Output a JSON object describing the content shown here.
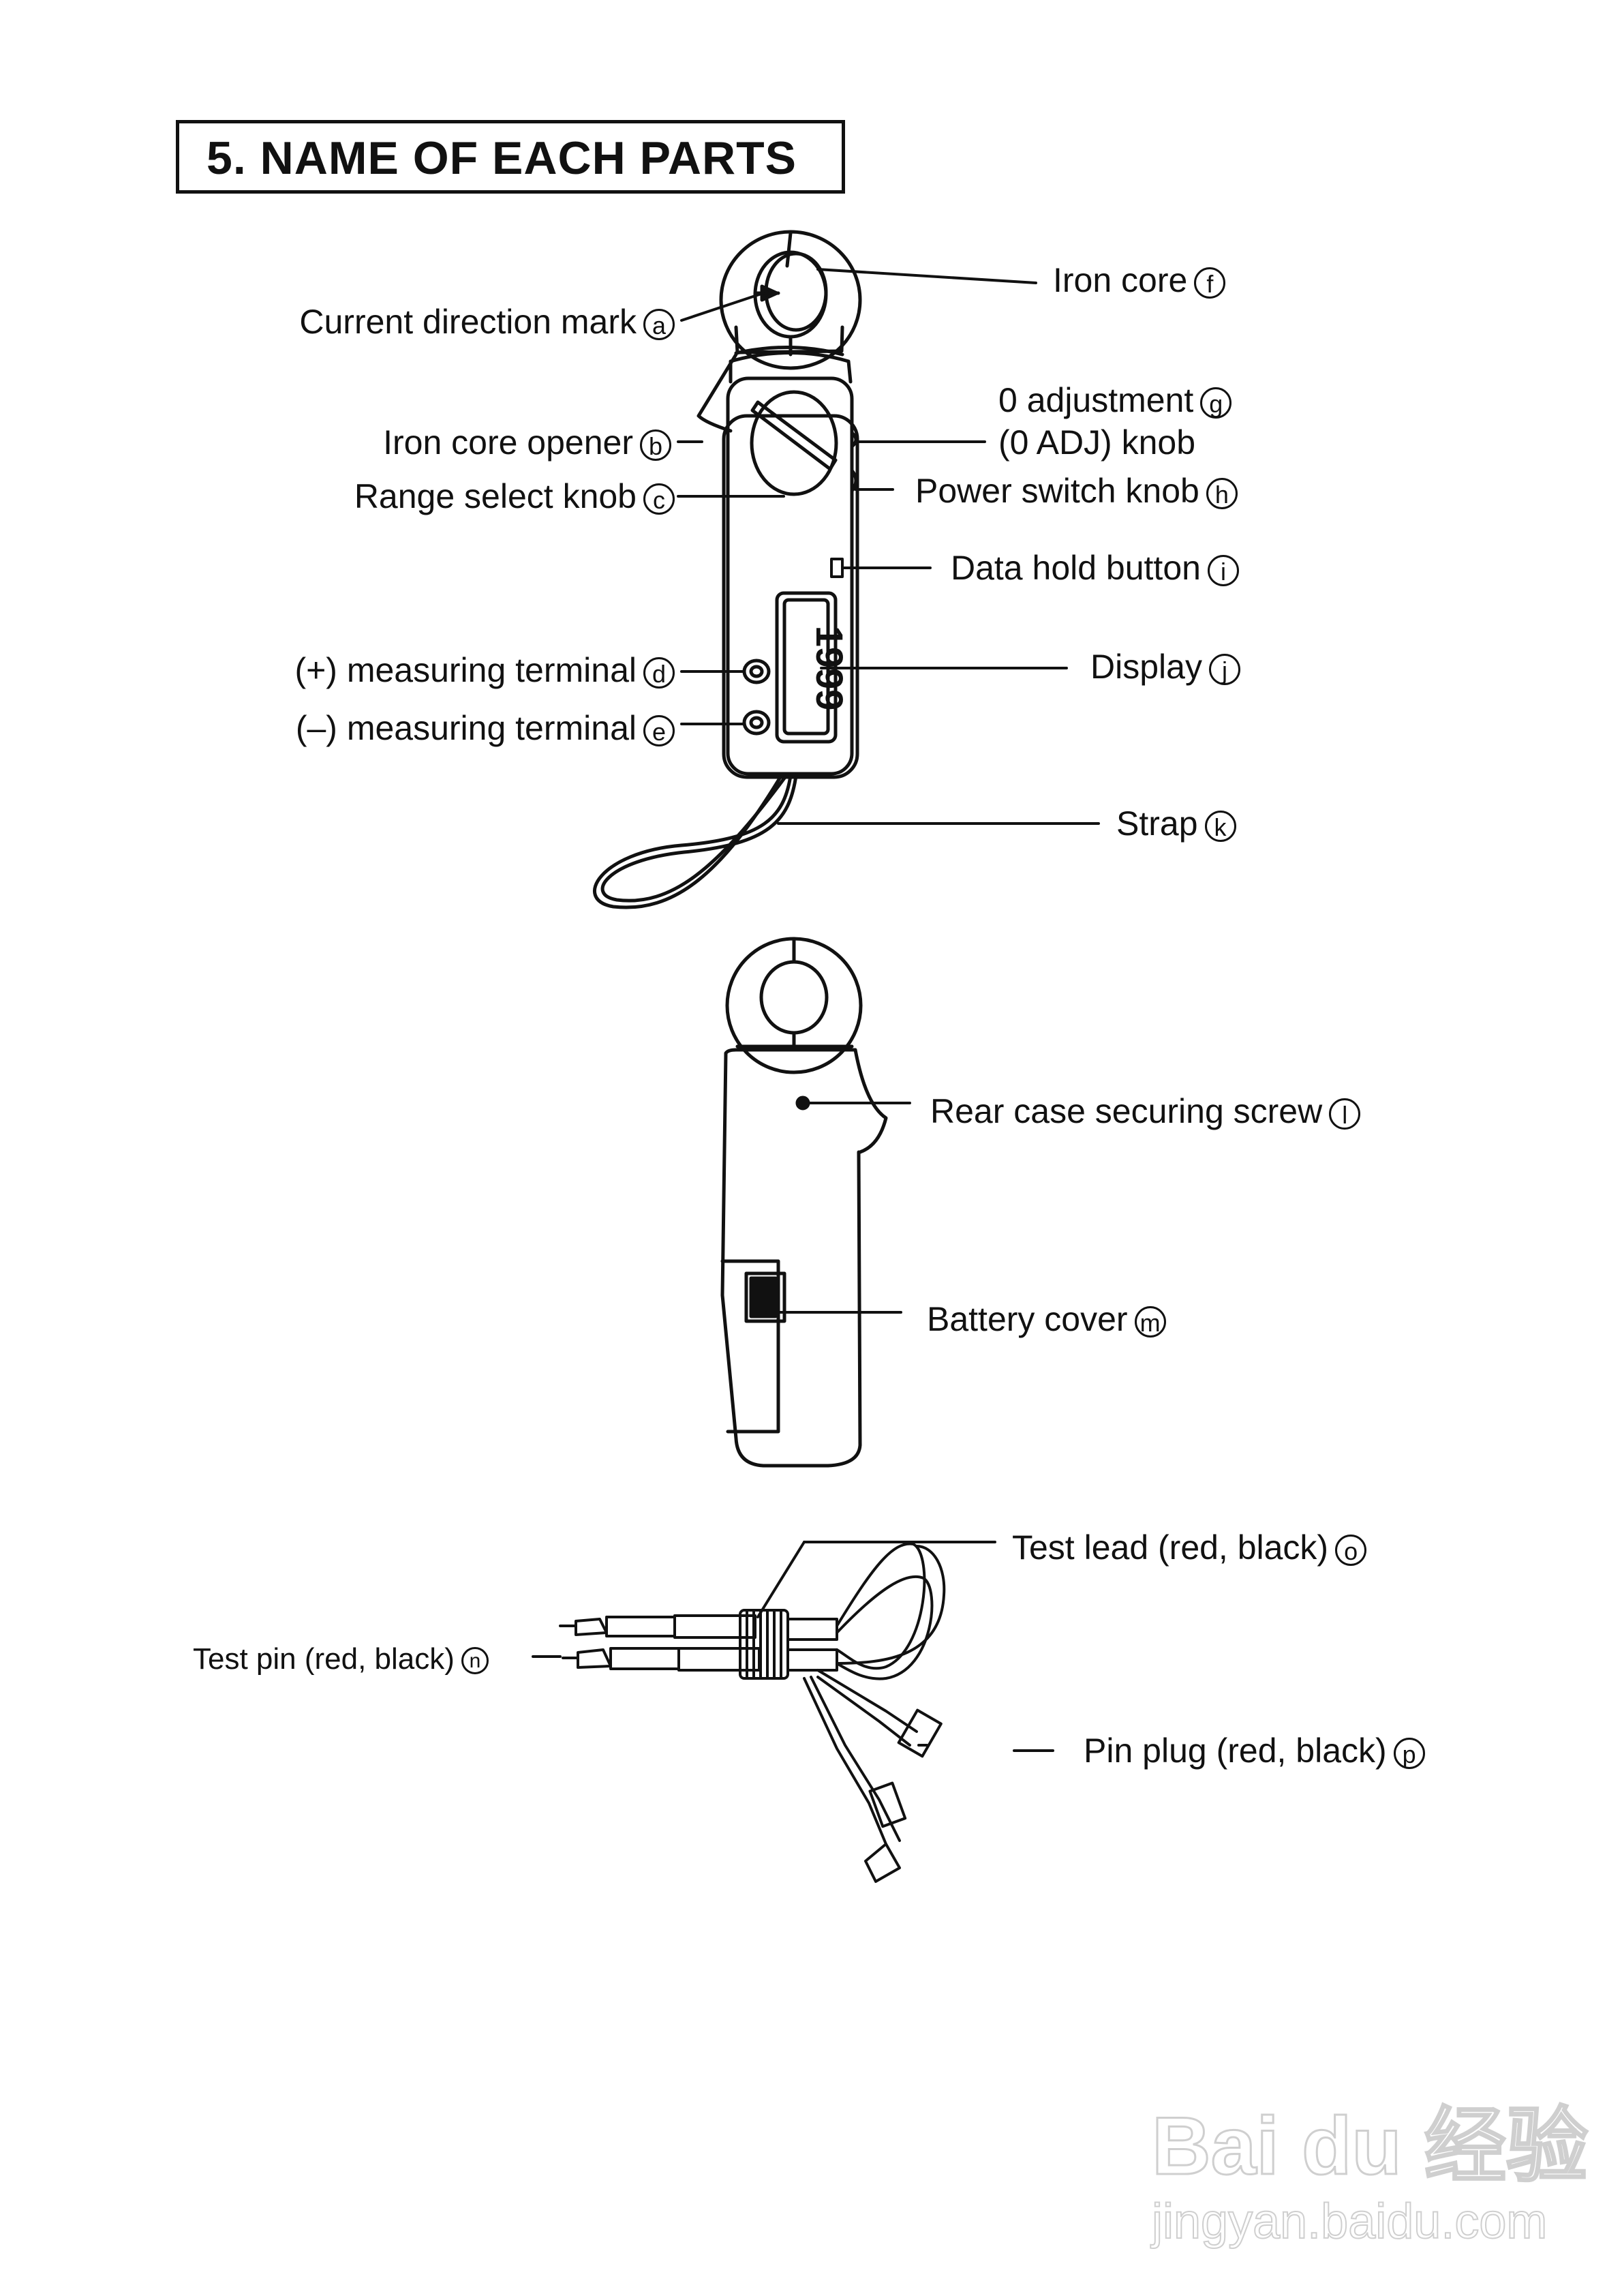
{
  "section": {
    "title": "5. NAME OF EACH PARTS"
  },
  "front_view": {
    "labels": [
      {
        "id": "a",
        "text": "Current direction mark",
        "marker": "a"
      },
      {
        "id": "b",
        "text": "Iron core opener",
        "marker": "b"
      },
      {
        "id": "c",
        "text": "Range select knob",
        "marker": "c"
      },
      {
        "id": "d",
        "text": "(+) measuring terminal",
        "marker": "d"
      },
      {
        "id": "e",
        "text": "(–) measuring terminal",
        "marker": "e"
      },
      {
        "id": "f",
        "text": "Iron core",
        "marker": "f"
      },
      {
        "id": "g",
        "text": "0 adjustment",
        "text_line2": "(0 ADJ) knob",
        "marker": "g"
      },
      {
        "id": "h",
        "text": "Power switch knob",
        "marker": "h"
      },
      {
        "id": "i",
        "text": "Data hold button",
        "marker": "i"
      },
      {
        "id": "j",
        "text": "Display",
        "marker": "j"
      },
      {
        "id": "k",
        "text": "Strap",
        "marker": "k"
      }
    ],
    "display_reading": "1999"
  },
  "rear_view": {
    "labels": [
      {
        "id": "l",
        "text": "Rear case securing screw",
        "marker": "l"
      },
      {
        "id": "m",
        "text": "Battery cover",
        "marker": "m"
      }
    ]
  },
  "accessories": {
    "labels": [
      {
        "id": "n",
        "text": "Test pin (red, black)",
        "marker": "n"
      },
      {
        "id": "o",
        "text": "Test  lead (red, black)",
        "marker": "o"
      },
      {
        "id": "p",
        "text": "Pin plug (red, black)",
        "marker": "p"
      }
    ]
  },
  "watermark": {
    "logo": "Bai du 经验",
    "url": "jingyan.baidu.com"
  }
}
